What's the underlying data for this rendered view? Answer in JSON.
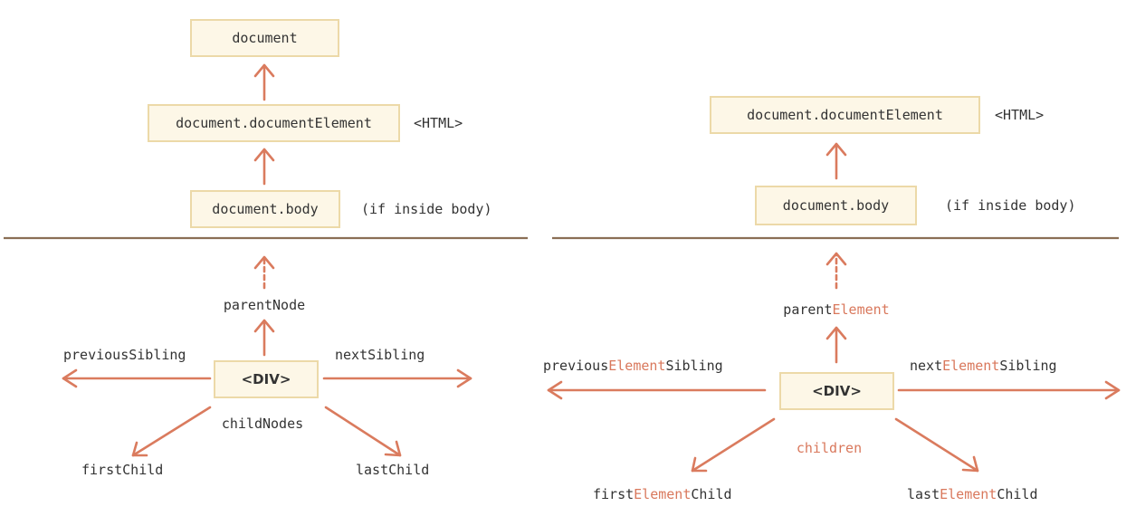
{
  "colors": {
    "arrow": "#da7b5e",
    "accent_text": "#d9785c",
    "box_fill": "#fdf7e7",
    "box_border": "#ecd9a8",
    "divider": "#8b6f55",
    "text": "#333333"
  },
  "left": {
    "document_box": "document",
    "document_element_box": "document.documentElement",
    "html_tag": "<HTML>",
    "body_box": "document.body",
    "if_inside_body": "(if inside body)",
    "parent_label": "parentNode",
    "prev_label": "previousSibling",
    "next_label": "nextSibling",
    "div_box": "<DIV>",
    "children_label": "childNodes",
    "first_label": "firstChild",
    "last_label": "lastChild"
  },
  "right": {
    "document_element_box": "document.documentElement",
    "html_tag": "<HTML>",
    "body_box": "document.body",
    "if_inside_body": "(if inside body)",
    "parent_prefix": "parent",
    "parent_accent": "Element",
    "prev_prefix": "previous",
    "prev_accent": "Element",
    "prev_suffix": "Sibling",
    "next_prefix": "next",
    "next_accent": "Element",
    "next_suffix": "Sibling",
    "div_box": "<DIV>",
    "children_label": "children",
    "first_prefix": "first",
    "first_accent": "Element",
    "first_suffix": "Child",
    "last_prefix": "last",
    "last_accent": "Element",
    "last_suffix": "Child"
  }
}
